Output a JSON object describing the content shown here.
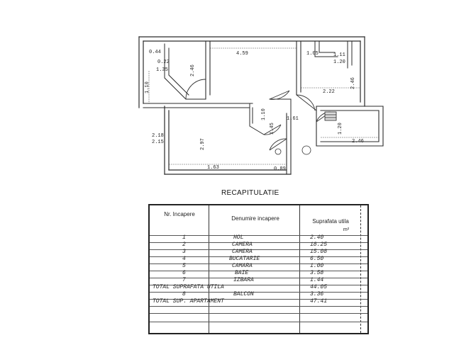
{
  "plan": {
    "dimensions": {
      "top_room_width": "4.59",
      "top_left_a": "0.44",
      "top_left_b": "0.22",
      "top_left_c": "1.35",
      "left_wall_height": "1.10",
      "room1_height": "2.46",
      "kitchen_a": "1.05",
      "kitchen_b": "1.11",
      "kitchen_c": "1.20",
      "kitchen_width": "2.22",
      "kitchen_height": "2.46",
      "hall_width": "1.61",
      "room2_height": "2.97",
      "room2_width": "1.63",
      "left_a": "2.18",
      "left_b": "2.15",
      "bath_a": "1.45",
      "bath_b": "0.89",
      "balcony_height": "1.20",
      "balcony_width": "2.46",
      "misc": "1.10"
    }
  },
  "recap": {
    "title": "RECAPITULATIE",
    "headers": {
      "nr": "Nr. Incapere",
      "name": "Denumire incapere",
      "area": "Suprafata utila",
      "area_unit": "m²"
    },
    "rows": [
      {
        "nr": "1",
        "name": "HOL",
        "area": "2.40"
      },
      {
        "nr": "2",
        "name": "CAMERA",
        "area": "18.25"
      },
      {
        "nr": "3",
        "name": "CAMERA",
        "area": "15.08"
      },
      {
        "nr": "4",
        "name": "BUCATARIE",
        "area": "6.50"
      },
      {
        "nr": "5",
        "name": "CAMARA",
        "area": "1.00"
      },
      {
        "nr": "6",
        "name": "BAIE",
        "area": "3.58"
      },
      {
        "nr": "7",
        "name": "IZBARA",
        "area": "1.44"
      },
      {
        "nr": "",
        "name": "TOTAL SUPRAFATA UTILA",
        "area": "44.05"
      },
      {
        "nr": "8",
        "name": "BALCON",
        "area": "3.36"
      },
      {
        "nr": "",
        "name": "TOTAL SUP. APARTAMENT",
        "area": "47.41"
      }
    ]
  }
}
